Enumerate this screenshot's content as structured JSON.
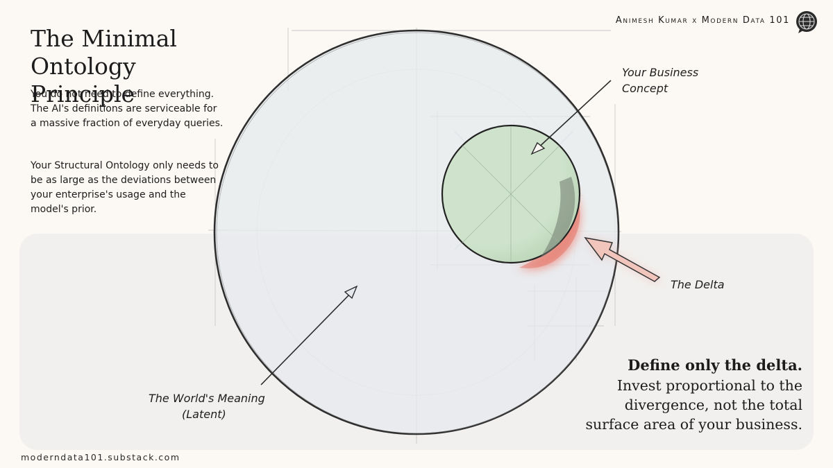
{
  "header": {
    "credit": "Animesh Kumar x Modern Data 101",
    "logo_icon": "globe-chat-icon"
  },
  "intro": {
    "title": "The Minimal Ontology Principle",
    "paragraph_1": "You do not need to define everything. The AI's definitions are serviceable for a massive fraction of everyday queries.",
    "paragraph_2": "Your Structural Ontology only needs to be as large as the deviations between your enterprise's usage and the model's prior."
  },
  "diagram": {
    "labels": {
      "business_line1": "Your Business",
      "business_line2": "Concept",
      "delta": "The Delta",
      "world_line1": "The World's Meaning",
      "world_line2": "(Latent)"
    },
    "colors": {
      "world_fill": "#e6e9ee",
      "concept_fill": "#cfe3cc",
      "delta_highlight": "#ef8a7e",
      "panel": "#f1f0ee",
      "background": "#fcf9f4"
    }
  },
  "takeaway": {
    "headline": "Define only the delta.",
    "line1": "Invest proportional to the",
    "line2": "divergence, not the total",
    "line3": "surface area of your business."
  },
  "footer": {
    "url": "moderndata101.substack.com"
  }
}
